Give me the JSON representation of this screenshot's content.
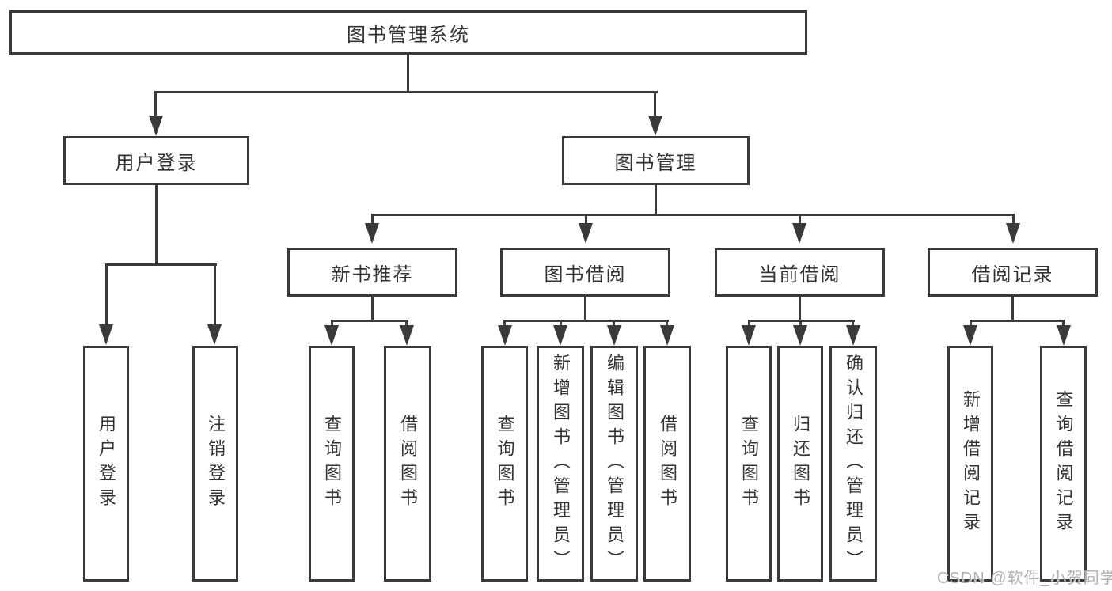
{
  "nodes": {
    "root": "图书管理系统",
    "l2": [
      "用户登录",
      "图书管理"
    ],
    "l3": [
      "新书推荐",
      "图书借阅",
      "当前借阅",
      "借阅记录"
    ],
    "l4": [
      "用户登录",
      "注销登录",
      "查询图书",
      "借阅图书",
      "查询图书",
      "新增图书（管理员）",
      "编辑图书（管理员）",
      "借阅图书",
      "查询图书",
      "归还图书",
      "确认归还（管理员）",
      "新增借阅记录",
      "查询借阅记录"
    ]
  },
  "hierarchy": {
    "图书管理系统": {
      "用户登录": [
        "用户登录",
        "注销登录"
      ],
      "图书管理": {
        "新书推荐": [
          "查询图书",
          "借阅图书"
        ],
        "图书借阅": [
          "查询图书",
          "新增图书（管理员）",
          "编辑图书（管理员）",
          "借阅图书"
        ],
        "当前借阅": [
          "查询图书",
          "归还图书",
          "确认归还（管理员）"
        ],
        "借阅记录": [
          "新增借阅记录",
          "查询借阅记录"
        ]
      }
    }
  },
  "watermark": {
    "text": "CSDN @软件_小贺同学"
  },
  "colors": {
    "line": "#3a3a3a",
    "text": "#333333",
    "watermark": "#b0b0b0",
    "background": "#ffffff"
  }
}
